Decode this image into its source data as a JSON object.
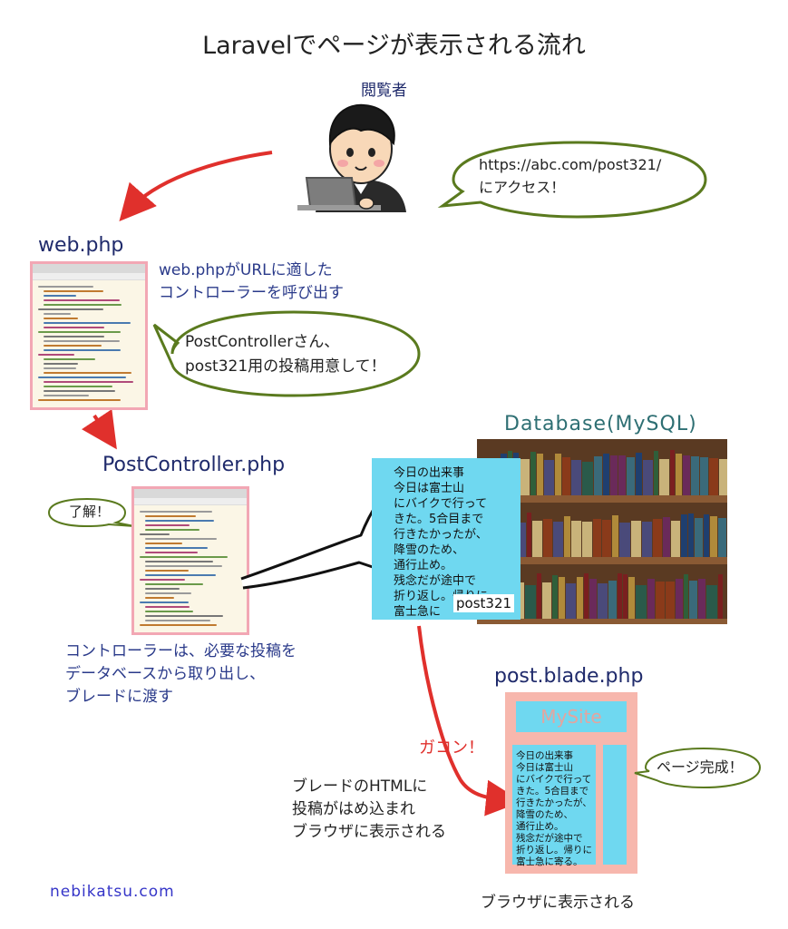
{
  "title": "Laravelでページが表示される流れ",
  "viewer": {
    "label": "閲覧者"
  },
  "viewer_bubble": {
    "line1": "https://abc.com/post321/",
    "line2": "にアクセス！"
  },
  "webphp": {
    "heading": "web.php",
    "note_line1": "web.phpがURLに適した",
    "note_line2": "コントローラーを呼び出す",
    "bubble_line1": "PostControllerさん、",
    "bubble_line2": "post321用の投稿用意して！"
  },
  "controller": {
    "heading": "PostController.php",
    "reply": "了解！",
    "note_line1": "コントローラーは、必要な投稿を",
    "note_line2": "データベースから取り出し、",
    "note_line3": "ブレードに渡す"
  },
  "database": {
    "heading": "Database(MySQL)",
    "record_text": "今日の出来事\n今日は富士山\nにバイクで行って\nきた。5合目まで\n行きたかったが、\n降雪のため、\n通行止め。\n残念だが途中で\n折り返し。帰りに\n富士急に",
    "record_tag": "post321"
  },
  "blade": {
    "heading": "post.blade.php",
    "site_name": "MySite",
    "page_text": "今日の出来事\n今日は富士山\nにバイクで行って\nきた。5合目まで\n行きたかったが、\n降雪のため、\n通行止め。\n残念だが途中で\n折り返し。帰りに\n富士急に寄る。",
    "done_bubble": "ページ完成！",
    "note_line1": "ブレードのHTMLに",
    "note_line2": "投稿がはめ込まれ",
    "note_line3": "ブラウザに表示される",
    "sfx": "ガコン！",
    "caption": "ブラウザに表示される"
  },
  "footer": {
    "site": "nebikatsu.com"
  },
  "colors": {
    "arrow": "#e0302c",
    "bubble_border": "#5a7a1e",
    "heading_navy": "#1f2a6b",
    "database_heading": "#2e6f73",
    "card_cyan": "#6fd8f0",
    "blade_pink": "#f7b7ad",
    "code_frame": "#f2a7b4"
  }
}
